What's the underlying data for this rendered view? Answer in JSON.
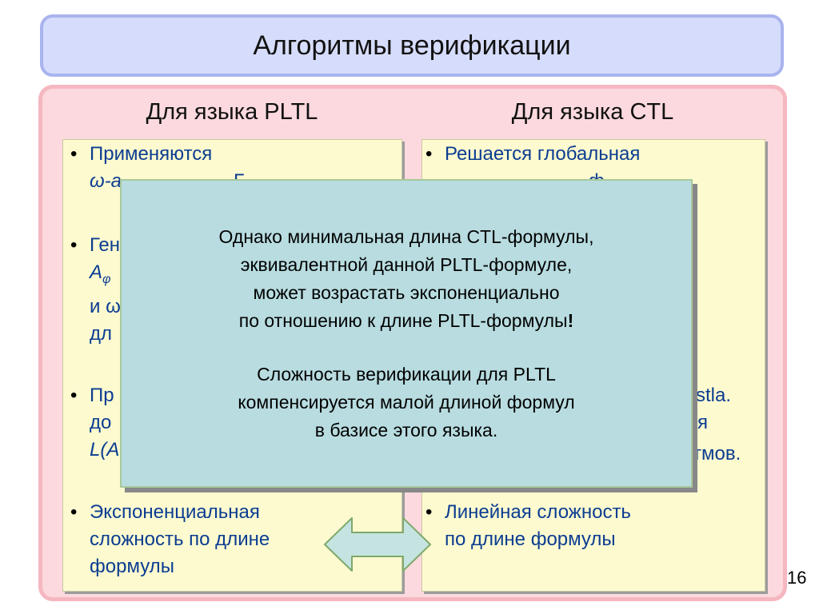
{
  "slide": {
    "title": "Алгоритмы верификации",
    "page_number": "16"
  },
  "left_column": {
    "heading": "Для языка PLTL",
    "bullet1": {
      "line1": "Применяются",
      "line2": "ω-a",
      "line2b": "Б"
    },
    "bullet2": {
      "line1": "Ген",
      "line2": "A",
      "line2_sub": "φ",
      "line3": "и ω",
      "line4": "дл"
    },
    "bullet3": {
      "line1": "Пр",
      "line2": "до",
      "line3": "L(A"
    },
    "bullet4": {
      "line1": "Экспоненциальная",
      "line2": "сложность по длине",
      "line3": "формулы"
    }
  },
  "right_column": {
    "heading": "Для языка CTL",
    "bullet1": {
      "line1": "Решается глобальная",
      "line2": "ф"
    },
    "fragments": {
      "a": "stla.",
      "b": "я",
      "c": "тмов."
    },
    "bullet4": {
      "line1": "Линейная сложность",
      "line2": "по длине формулы"
    }
  },
  "overlay": {
    "line1": "Однако минимальная длина CTL-формулы,",
    "line2": "эквивалентной данной PLTL-формуле,",
    "line3": "может возрастать экспоненциально",
    "line4": "по отношению к длине PLTL-формулы",
    "line4_mark": "!",
    "line5": "Сложность верификации для PLTL",
    "line6": "компенсируется малой длиной формул",
    "line7": "в базисе этого языка."
  },
  "colors": {
    "title_fill": "#d6dcfb",
    "panel_fill": "#fcd9de",
    "column_fill": "#fdfad0",
    "overlay_fill": "#b8dce0",
    "arrow_fill": "#c5e4e1",
    "bullet_text": "#0b3d91"
  }
}
